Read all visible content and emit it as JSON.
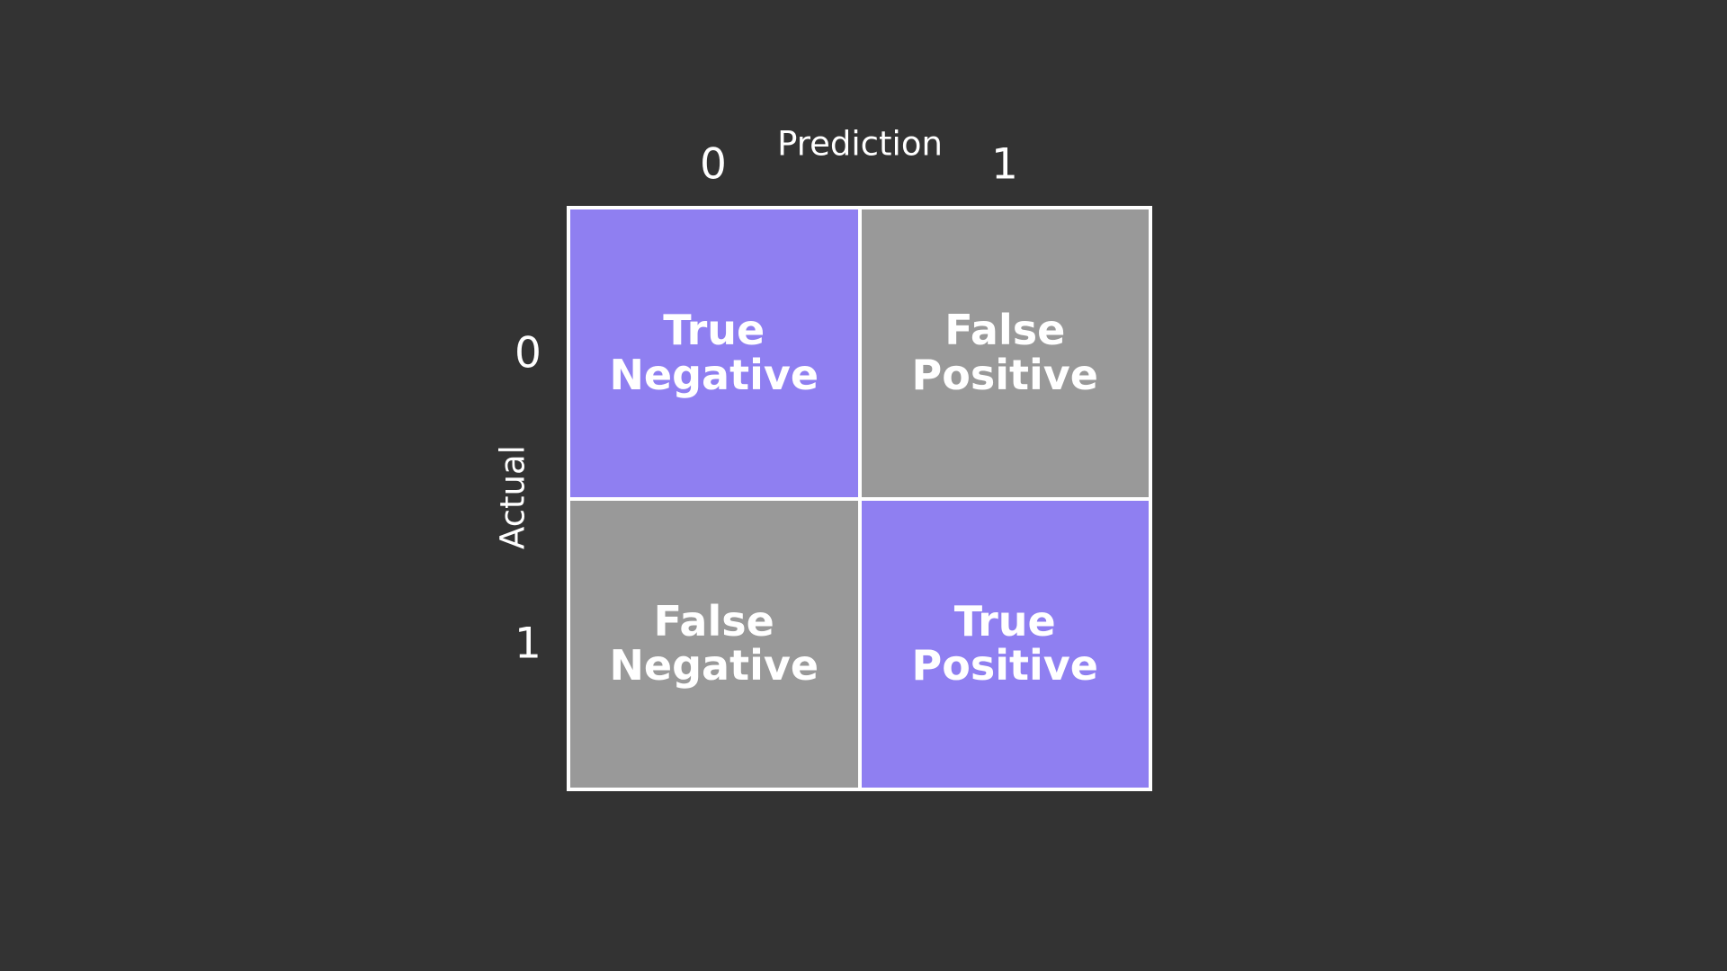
{
  "axes": {
    "x_title": "Prediction",
    "y_title": "Actual",
    "x_ticks": [
      "0",
      "1"
    ],
    "y_ticks": [
      "0",
      "1"
    ]
  },
  "cells": [
    {
      "line1": "True",
      "line2": "Negative",
      "color": "#8f7ff1"
    },
    {
      "line1": "False",
      "line2": "Positive",
      "color": "#999999"
    },
    {
      "line1": "False",
      "line2": "Negative",
      "color": "#999999"
    },
    {
      "line1": "True",
      "line2": "Positive",
      "color": "#8f7ff1"
    }
  ],
  "colors": {
    "background": "#333333",
    "correct": "#8f7ff1",
    "incorrect": "#999999",
    "grid": "#ffffff"
  }
}
